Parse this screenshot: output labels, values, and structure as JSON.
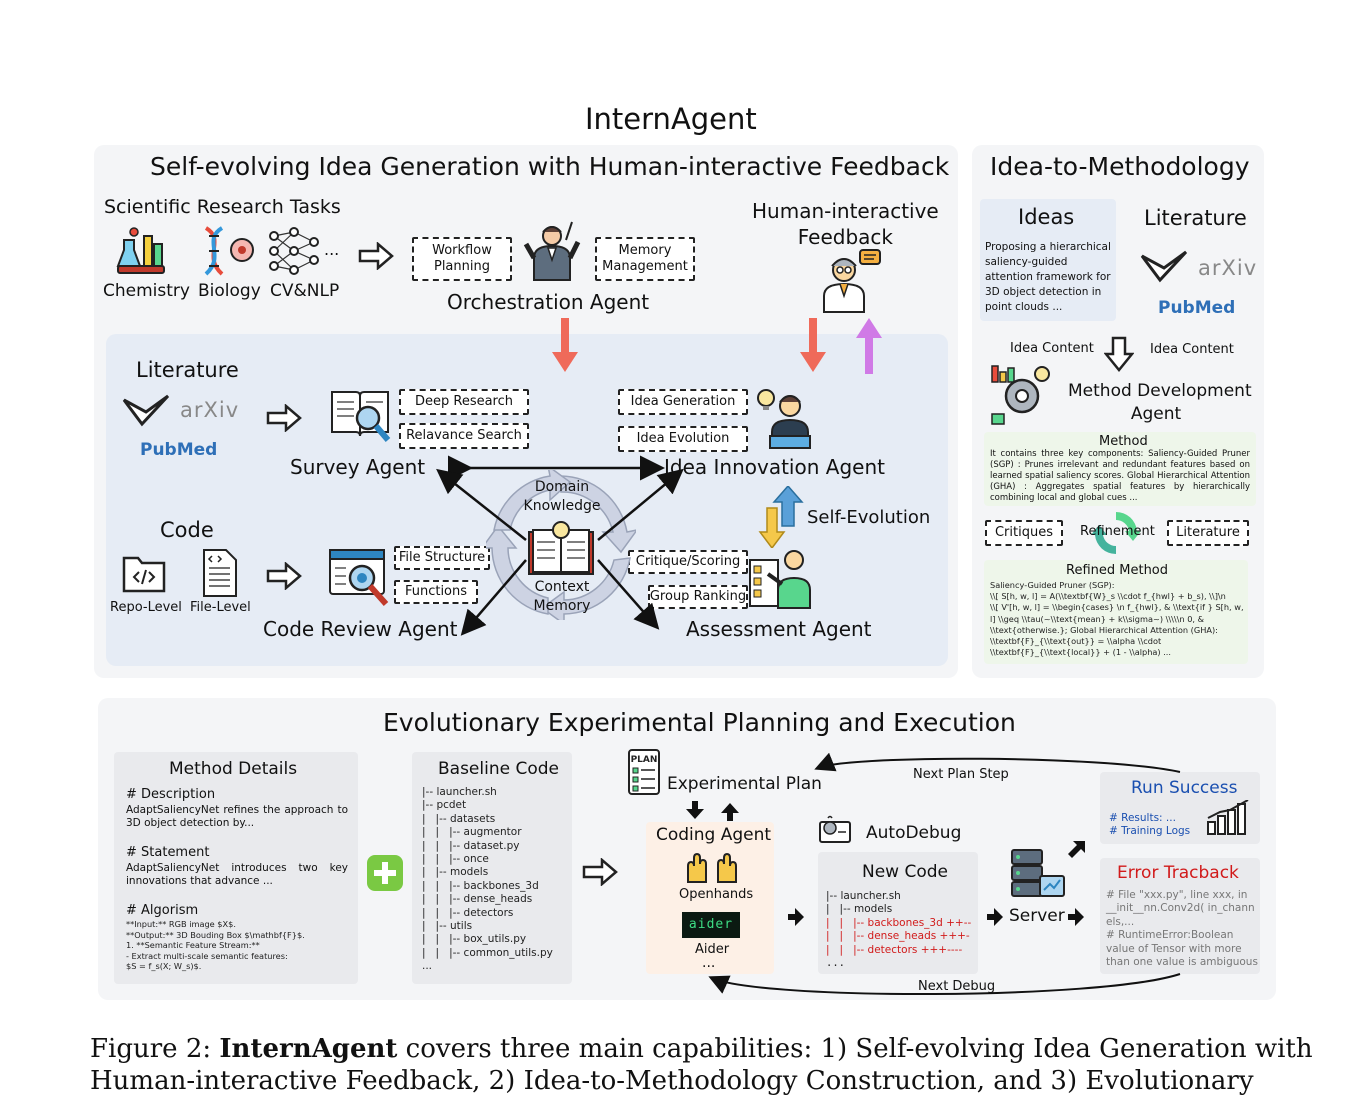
{
  "title": "InternAgent",
  "panel_idea_gen": {
    "title": "Self-evolving Idea Generation with Human-interactive Feedback",
    "tasks_title": "Scientific Research Tasks",
    "tasks": [
      "Chemistry",
      "Biology",
      "CV&NLP"
    ],
    "tasks_more": "...",
    "workflow_planning": "Workflow\nPlanning",
    "memory_management": "Memory\nManagement",
    "orchestration_agent": "Orchestration Agent",
    "human_feedback": "Human-interactive\nFeedback",
    "literature": "Literature",
    "arxiv": "arXiv",
    "pubmed": "PubMed",
    "deep_research": "Deep Research",
    "relavance_search": "Relavance Search",
    "survey_agent": "Survey Agent",
    "idea_generation": "Idea Generation",
    "idea_evolution": "Idea Evolution",
    "idea_innovation_agent": "Idea Innovation Agent",
    "domain_knowledge": "Domain\nKnowledge",
    "context_memory": "Context\nMemory",
    "self_evolution": "Self-Evolution",
    "code": "Code",
    "repo_level": "Repo-Level",
    "file_level": "File-Level",
    "file_structure": "File Structure",
    "functions": "Functions",
    "code_review_agent": "Code Review Agent",
    "critique_scoring": "Critique/Scoring",
    "group_ranking": "Group Ranking",
    "assessment_agent": "Assessment Agent"
  },
  "panel_idea_method": {
    "title": "Idea-to-Methodology",
    "ideas_title": "Ideas",
    "ideas_text": "Proposing a hierarchical saliency-guided attention framework for 3D object detection in point clouds ...",
    "literature_title": "Literature",
    "idea_content_left": "Idea Content",
    "idea_content_right": "Idea Content",
    "method_dev_agent": "Method Development\nAgent",
    "method_title": "Method",
    "method_text": "It contains three key components: Saliency-Guided Pruner (SGP) : Prunes irrelevant and redundant features based on learned spatial saliency scores. Global Hierarchical Attention (GHA) : Aggregates spatial features by hierarchically combining local and global cues ...",
    "critiques": "Critiques",
    "refinement": "Refinement",
    "literature_box": "Literature",
    "refined_title": "Refined Method",
    "refined_text": "Saliency-Guided Pruner (SGP):\n\\\\[ S[h, w, l] = A(\\\\textbf{W}_s \\\\cdot f_{hwl} + b_s), \\\\]\\n\n\\\\[ V'[h, w, l] = \\\\begin{cases} \\n f_{hwl}, & \\\\text{if } S[h, w,\nl] \\\\geq \\\\tau(~\\\\text{mean} + k\\\\sigma~) \\\\\\\\\\n 0, &\n\\\\text{otherwise.}; Global Hierarchical Attention (GHA):\n\\\\textbf{F}_{\\\\text{out}} = \\\\alpha \\\\cdot\n\\\\textbf{F}_{\\\\text{local}} + (1 - \\\\alpha) ..."
  },
  "panel_exec": {
    "title": "Evolutionary Experimental Planning and Execution",
    "method_details_title": "Method Details",
    "description_h": "# Description",
    "description_t": "AdaptSaliencyNet refines the approach to 3D object detection by...",
    "statement_h": "# Statement",
    "statement_t": "AdaptSaliencyNet introduces two key innovations that advance ...",
    "algorism_h": "# Algorism",
    "algorism_t": "**Input:** RGB image $X$.\n**Output:** 3D Bouding Box $\\mathbf{F}$.\n1. **Semantic Feature Stream:**\n- Extract multi-scale semantic features:\n$S = f_s(X; W_s)$.",
    "baseline_title": "Baseline Code",
    "baseline_code": "|-- launcher.sh\n|-- pcdet\n|   |-- datasets\n|   |   |-- augmentor\n|   |   |-- dataset.py\n|   |   |-- once\n|   |-- models\n|   |   |-- backbones_3d\n|   |   |-- dense_heads\n|   |   |-- detectors\n|   |-- utils\n|   |   |-- box_utils.py\n|   |   |-- common_utils.py\n...",
    "plan_icon_label": "PLAN",
    "experimental_plan": "Experimental Plan",
    "next_plan_step": "Next Plan Step",
    "coding_agent": "Coding Agent",
    "openhands": "Openhands",
    "aider_logo": "aider",
    "aider": "Aider",
    "more": "...",
    "autodebug": "AutoDebug",
    "new_code_title": "New Code",
    "new_code_1": "|-- launcher.sh\n|   |-- models",
    "new_code_2": "|   |   |-- backbones_3d ++--\n|   |   |-- dense_heads +++-\n|   |   |-- detectors +++----",
    "new_code_3": "...",
    "server": "Server",
    "run_success": "Run Success",
    "results": "# Results: ...",
    "training_logs": "# Training Logs",
    "error_traceback": "Error Tracback",
    "error_text": "# File \"xxx.py\", line xxx, in\n__init__nn.Conv2d( in_chann\nels,...\n# RuntimeError:Boolean\nvalue of Tensor with more\nthan one value is ambiguous",
    "next_debug": "Next Debug"
  },
  "caption": {
    "prefix": "Figure 2: ",
    "bold": "InternAgent",
    "rest": " covers three main capabilities: 1) Self-evolving Idea Generation with",
    "line2": "Human-interactive Feedback, 2) Idea-to-Methodology Construction, and 3) Evolutionary"
  },
  "colors": {
    "panel_bg": "#f4f5f7",
    "inner_panel_bg": "#e6ecf5",
    "green_panel": "#eef6ea",
    "red_arrow": "#ef6a5a",
    "purple_arrow": "#d07ae6",
    "yellow_arrow": "#f5c84a",
    "blue_arrow": "#5aa0d8",
    "error_red": "#d11a1a",
    "success_blue": "#1a4fb0",
    "coding_bg": "#fdf0e6"
  }
}
